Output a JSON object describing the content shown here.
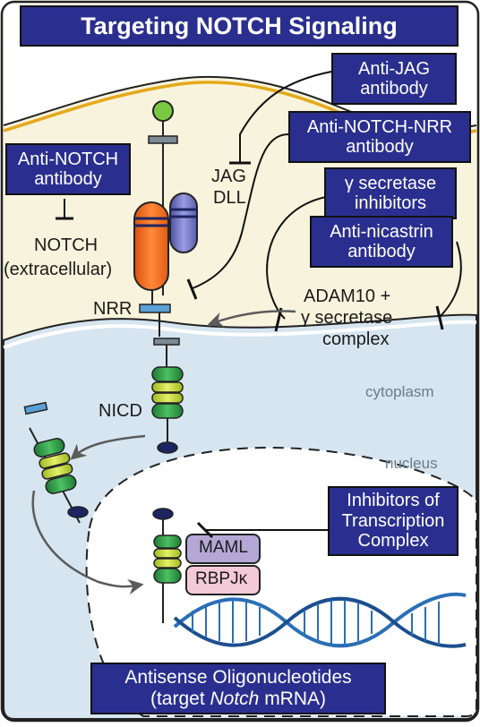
{
  "title": "Targeting NOTCH Signaling",
  "inhibitors": {
    "anti_jag": [
      "Anti-JAG",
      "antibody"
    ],
    "anti_notch_nrr": [
      "Anti-NOTCH-NRR",
      "antibody"
    ],
    "anti_notch": [
      "Anti-NOTCH",
      "antibody"
    ],
    "gamma_secretase": [
      "γ secretase",
      "inhibitors"
    ],
    "anti_nicastrin": [
      "Anti-nicastrin",
      "antibody"
    ],
    "transcription": [
      "Inhibitors of",
      "Transcription",
      "Complex"
    ]
  },
  "labels": {
    "jag": "JAG",
    "dll": "DLL",
    "notch": "NOTCH",
    "notch_extracellular": "(extracellular)",
    "nrr": "NRR",
    "adam10": "ADAM10 +",
    "gamma_complex_1": "γ secretase",
    "gamma_complex_2": "complex",
    "nicd": "NICD",
    "maml": "MAML",
    "rbpjk": "RBPJκ"
  },
  "regions": {
    "cytoplasm": "cytoplasm",
    "nucleus": "nucleus"
  },
  "antisense": {
    "line1": "Antisense Oligonucleotides",
    "line2_prefix": "(target ",
    "line2_gene": "Notch",
    "line2_suffix": " mRNA)"
  },
  "colors": {
    "box_fill": "#2a2f8f",
    "membrane_top": "#f7f1d3",
    "membrane_stroke": "#e4a81a",
    "cell_fill": "#d6e5f0",
    "ligand_green": "#7ac943",
    "notch_orange": "#f26b22",
    "ligand_purple": "#6b6fbf",
    "nicd_green": "#2e9b45",
    "nicd_lime": "#c3d93a",
    "dark_navy": "#1c2560",
    "maml": "#b4a7d6",
    "rbpjk": "#f4c9d8",
    "dna": "#2a6fb5"
  }
}
